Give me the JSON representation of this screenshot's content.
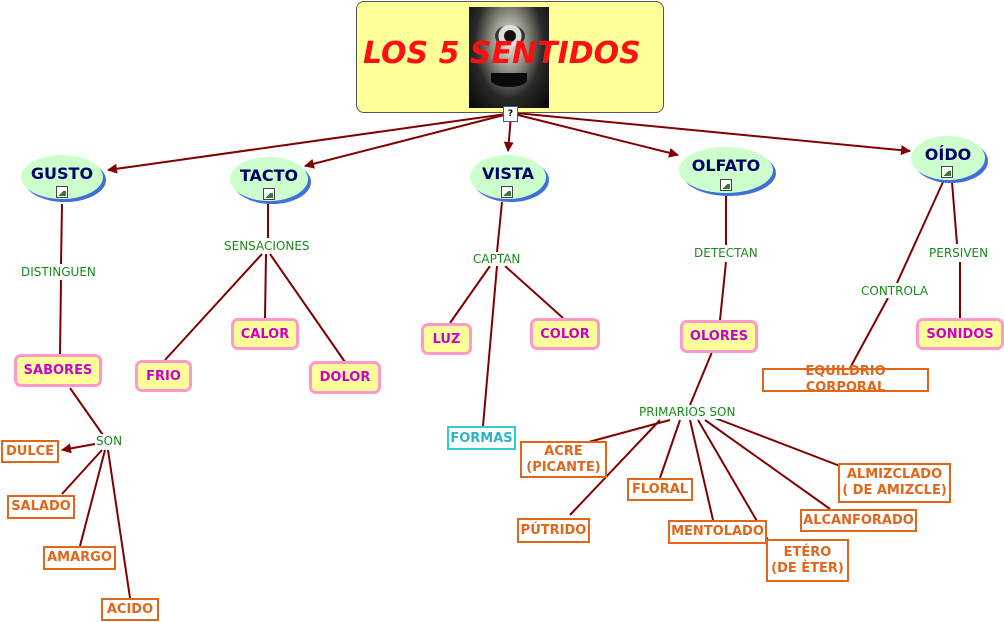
{
  "root": {
    "title": "LOS 5 SENTIDOS",
    "photo": "eye-closeup-photo",
    "icon": "help-document-icon"
  },
  "senses": {
    "gusto": "GUSTO",
    "tacto": "TACTO",
    "vista": "VISTA",
    "olfato": "OLFATO",
    "oido": "OÍDO"
  },
  "links": {
    "distinguen": "DISTINGUEN",
    "sensaciones": "SENSACIONES",
    "captan": "CAPTAN",
    "detectan": "DETECTAN",
    "controla": "CONTROLA",
    "persiven": "PERSIVEN",
    "son": "SON",
    "primarios_son": "PRIMARIOS SON"
  },
  "concepts": {
    "sabores": "SABORES",
    "frio": "FRIO",
    "calor": "CALOR",
    "dolor": "DOLOR",
    "luz": "LUZ",
    "color": "COLOR",
    "formas": "FORMAS",
    "olores": "OLORES",
    "sonidos": "SONIDOS",
    "equilibrio": "EQUILDRIO CORPORAL"
  },
  "tastes": [
    "DULCE",
    "SALADO",
    "AMARGO",
    "ACIDO"
  ],
  "smells": {
    "acre": [
      "ACRE",
      "(PICANTE)"
    ],
    "floral": "FLORAL",
    "putrido": "PÚTRIDO",
    "mentolado": "MENTOLADO",
    "etero": [
      "ETÉRO",
      "(DE ÈTER)"
    ],
    "alcanforado": "ALCANFORADO",
    "almizclado": [
      "ALMIZCLADO",
      "( DE AMIZCLE)"
    ]
  },
  "colors": {
    "arrow": "#800000",
    "root_fill": "#ffff99",
    "title": "#ff1010",
    "ellipse_fill": "#ccffcc",
    "ellipse_shadow": "#3f6fd8",
    "pink_border": "#ff99cc",
    "pink_text": "#cc00cc",
    "orange": "#e0661a",
    "teal": "#33cccc",
    "link_text": "#1a8a1a"
  }
}
